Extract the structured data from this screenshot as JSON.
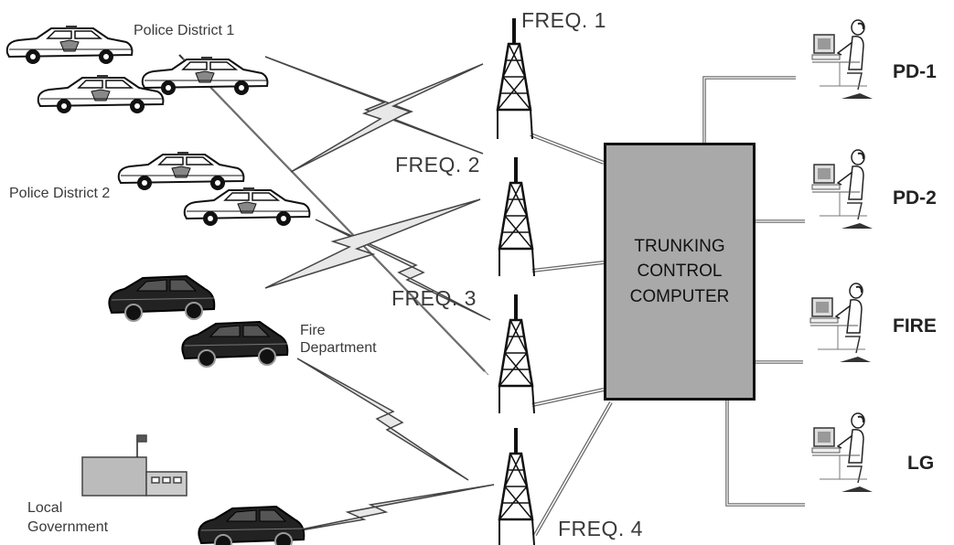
{
  "labels": {
    "police_district_1": "Police District 1",
    "police_district_2": "Police District 2",
    "fire_department_line1": "Fire",
    "fire_department_line2": "Department",
    "local_government_line1": "Local",
    "local_government_line2": "Government"
  },
  "frequencies": {
    "f1": "FREQ. 1",
    "f2": "FREQ. 2",
    "f3": "FREQ. 3",
    "f4": "FREQ. 4"
  },
  "controller": {
    "line1": "TRUNKING",
    "line2": "CONTROL",
    "line3": "COMPUTER"
  },
  "dispatch": {
    "pd1": "PD-1",
    "pd2": "PD-2",
    "fire": "FIRE",
    "lg": "LG"
  },
  "colors": {
    "controller_fill": "#a9a9a9",
    "lightning_fill": "#e8e8e8",
    "car_light": "#ffffff",
    "car_dark": "#222222"
  }
}
